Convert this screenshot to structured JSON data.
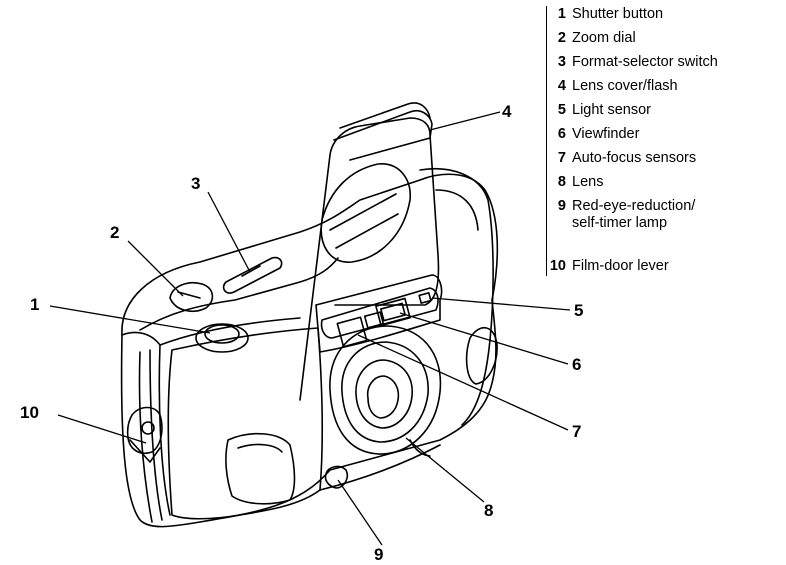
{
  "callouts": [
    {
      "number": "1",
      "name": "Shutter button"
    },
    {
      "number": "2",
      "name": "Zoom dial"
    },
    {
      "number": "3",
      "name": "Format-selector switch"
    },
    {
      "number": "4",
      "name": "Lens cover/flash"
    },
    {
      "number": "5",
      "name": "Light sensor"
    },
    {
      "number": "6",
      "name": "Viewfinder"
    },
    {
      "number": "7",
      "name": "Auto-focus sensors"
    },
    {
      "number": "8",
      "name": "Lens"
    },
    {
      "number": "9",
      "name": "Red-eye-reduction/\nself-timer lamp"
    },
    {
      "number": "10",
      "name": "Film-door lever"
    }
  ],
  "colors": {
    "ink": "#000000",
    "fill": "#ffffff"
  }
}
